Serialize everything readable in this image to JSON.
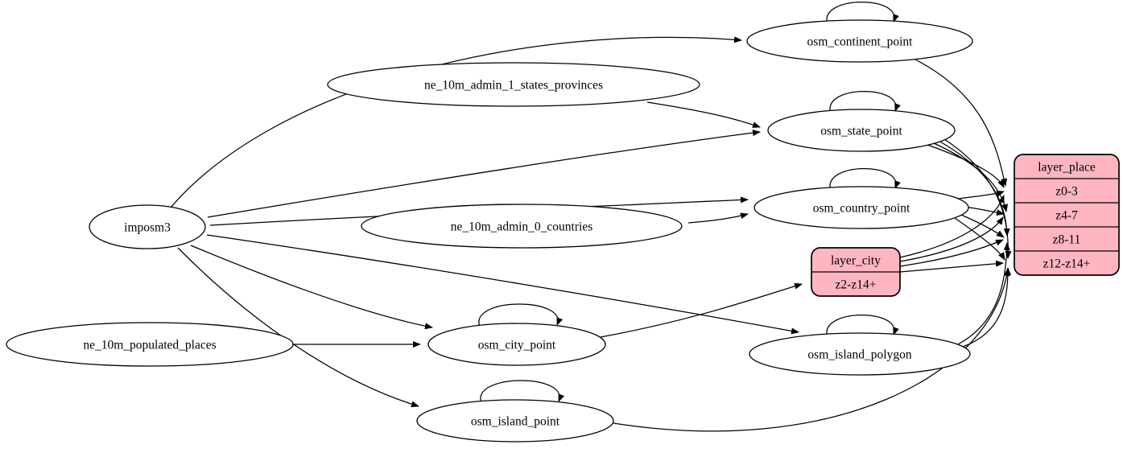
{
  "diagram": {
    "kind": "etl-graph",
    "colors": {
      "background": "#ffffff",
      "edge": "#000000",
      "table_fill": "#ffffff",
      "layer_fill": "#ffb6c1",
      "text": "#000000"
    },
    "tables": [
      {
        "id": "imposm3",
        "label": "imposm3"
      },
      {
        "id": "ne_10m_admin_1_states_provinces",
        "label": "ne_10m_admin_1_states_provinces"
      },
      {
        "id": "ne_10m_admin_0_countries",
        "label": "ne_10m_admin_0_countries"
      },
      {
        "id": "ne_10m_populated_places",
        "label": "ne_10m_populated_places"
      },
      {
        "id": "osm_continent_point",
        "label": "osm_continent_point"
      },
      {
        "id": "osm_state_point",
        "label": "osm_state_point"
      },
      {
        "id": "osm_country_point",
        "label": "osm_country_point"
      },
      {
        "id": "osm_city_point",
        "label": "osm_city_point"
      },
      {
        "id": "osm_island_polygon",
        "label": "osm_island_polygon"
      },
      {
        "id": "osm_island_point",
        "label": "osm_island_point"
      }
    ],
    "layers": [
      {
        "id": "layer_city",
        "title": "layer_city",
        "rows": [
          "z2-z14+"
        ]
      },
      {
        "id": "layer_place",
        "title": "layer_place",
        "rows": [
          "z0-3",
          "z4-7",
          "z8-11",
          "z12-z14+"
        ]
      }
    ],
    "edges": [
      {
        "from": "imposm3",
        "to": "osm_continent_point"
      },
      {
        "from": "imposm3",
        "to": "osm_state_point"
      },
      {
        "from": "imposm3",
        "to": "osm_country_point"
      },
      {
        "from": "imposm3",
        "to": "osm_city_point"
      },
      {
        "from": "imposm3",
        "to": "osm_island_polygon"
      },
      {
        "from": "imposm3",
        "to": "osm_island_point"
      },
      {
        "from": "ne_10m_admin_1_states_provinces",
        "to": "osm_state_point"
      },
      {
        "from": "ne_10m_admin_0_countries",
        "to": "osm_country_point"
      },
      {
        "from": "ne_10m_populated_places",
        "to": "osm_city_point"
      },
      {
        "from": "osm_continent_point",
        "to": "osm_continent_point",
        "self": true
      },
      {
        "from": "osm_state_point",
        "to": "osm_state_point",
        "self": true
      },
      {
        "from": "osm_country_point",
        "to": "osm_country_point",
        "self": true
      },
      {
        "from": "osm_city_point",
        "to": "osm_city_point",
        "self": true
      },
      {
        "from": "osm_island_polygon",
        "to": "osm_island_polygon",
        "self": true
      },
      {
        "from": "osm_island_point",
        "to": "osm_island_point",
        "self": true
      },
      {
        "from": "osm_city_point",
        "to": "layer_city",
        "port": "z2-z14+"
      },
      {
        "from": "layer_city",
        "to": "layer_place",
        "port": "z0-3"
      },
      {
        "from": "layer_city",
        "to": "layer_place",
        "port": "z4-7"
      },
      {
        "from": "layer_city",
        "to": "layer_place",
        "port": "z8-11"
      },
      {
        "from": "layer_city",
        "to": "layer_place",
        "port": "z12-z14+"
      },
      {
        "from": "osm_continent_point",
        "to": "layer_place",
        "port": "z0-3"
      },
      {
        "from": "osm_state_point",
        "to": "layer_place",
        "port": "z0-3"
      },
      {
        "from": "osm_state_point",
        "to": "layer_place",
        "port": "z4-7"
      },
      {
        "from": "osm_state_point",
        "to": "layer_place",
        "port": "z8-11"
      },
      {
        "from": "osm_state_point",
        "to": "layer_place",
        "port": "z12-z14+"
      },
      {
        "from": "osm_country_point",
        "to": "layer_place",
        "port": "z0-3"
      },
      {
        "from": "osm_country_point",
        "to": "layer_place",
        "port": "z4-7"
      },
      {
        "from": "osm_country_point",
        "to": "layer_place",
        "port": "z8-11"
      },
      {
        "from": "osm_country_point",
        "to": "layer_place",
        "port": "z12-z14+"
      },
      {
        "from": "osm_island_polygon",
        "to": "layer_place",
        "port": "z8-11"
      },
      {
        "from": "osm_island_polygon",
        "to": "layer_place",
        "port": "z12-z14+"
      },
      {
        "from": "osm_island_point",
        "to": "layer_place",
        "port": "z12-z14+"
      }
    ]
  }
}
